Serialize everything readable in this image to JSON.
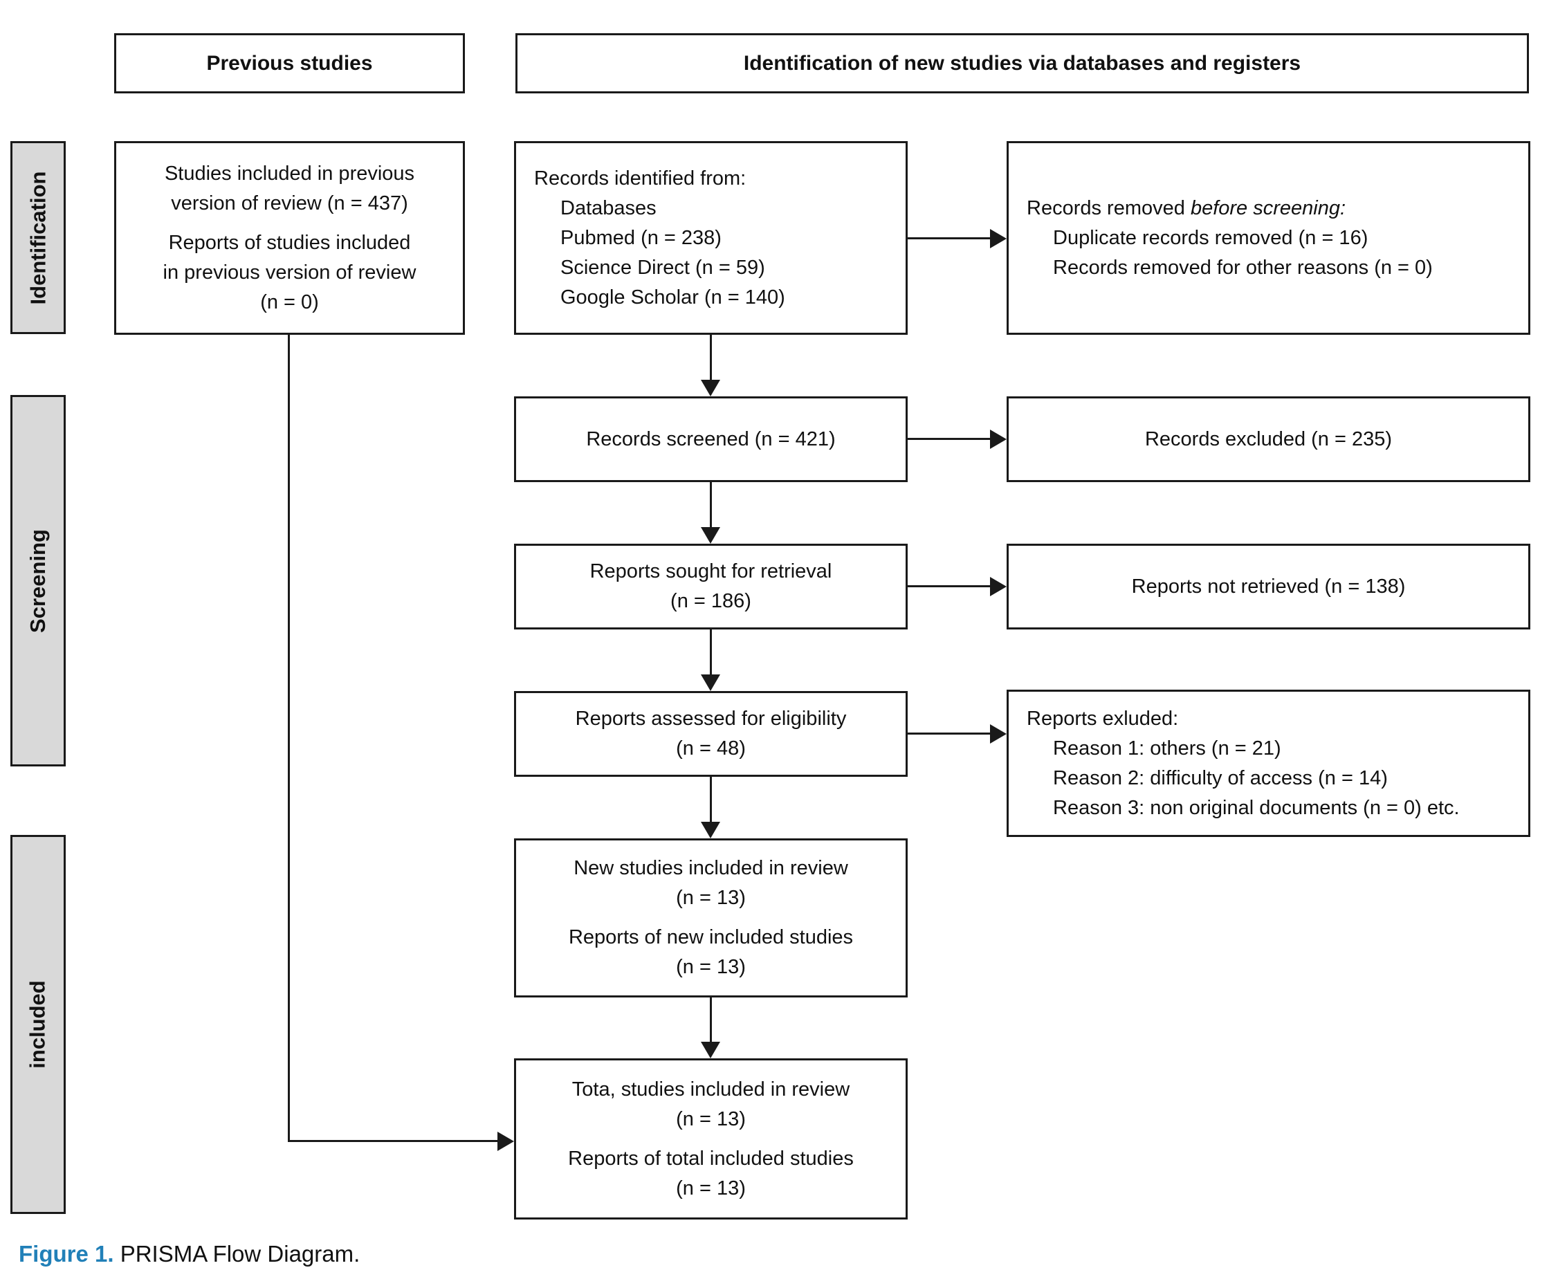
{
  "headers": {
    "previous": "Previous studies",
    "identification": "Identification of new studies via databases and registers"
  },
  "sidebar": {
    "identification": "Identification",
    "screening": "Screening",
    "included": "included"
  },
  "boxes": {
    "previous_studies": {
      "lines": [
        "Studies included in previous",
        "version of review (n = 437)",
        "Reports of studies included",
        "in previous version of review",
        "(n = 0)"
      ]
    },
    "records_identified": {
      "title": "Records identified from:",
      "items": [
        "Databases",
        "Pubmed (n = 238)",
        "Science Direct (n = 59)",
        "Google Scholar (n = 140)"
      ]
    },
    "records_removed": {
      "prefix": "Records removed ",
      "italic": "before screening:",
      "items": [
        "Duplicate records removed (n = 16)",
        "Records removed for other reasons (n = 0)"
      ]
    },
    "records_screened": "Records screened (n = 421)",
    "records_excluded": "Records excluded (n = 235)",
    "reports_sought": {
      "line1": "Reports sought for retrieval",
      "line2": "(n = 186)"
    },
    "reports_not_retrieved": "Reports not retrieved (n = 138)",
    "reports_assessed": {
      "line1": "Reports assessed for eligibility",
      "line2": "(n = 48)"
    },
    "reports_excluded": {
      "title": "Reports exluded:",
      "items": [
        "Reason 1: others (n = 21)",
        "Reason 2: difficulty of access (n = 14)",
        "Reason 3: non original documents (n = 0) etc."
      ]
    },
    "new_studies": {
      "para1_line1": "New studies included in review",
      "para1_line2": "(n = 13)",
      "para2_line1": "Reports of new included studies",
      "para2_line2": "(n = 13)"
    },
    "total_studies": {
      "para1_line1": "Tota, studies included in review",
      "para1_line2": "(n = 13)",
      "para2_line1": "Reports of total included studies",
      "para2_line2": "(n = 13)"
    }
  },
  "caption": {
    "figure_label": "Figure 1.",
    "text": " PRISMA Flow Diagram."
  },
  "colors": {
    "accent_blue": "#2180b8",
    "sidebar_bg": "#d9d9d9",
    "line_black": "#1a1a1a"
  }
}
